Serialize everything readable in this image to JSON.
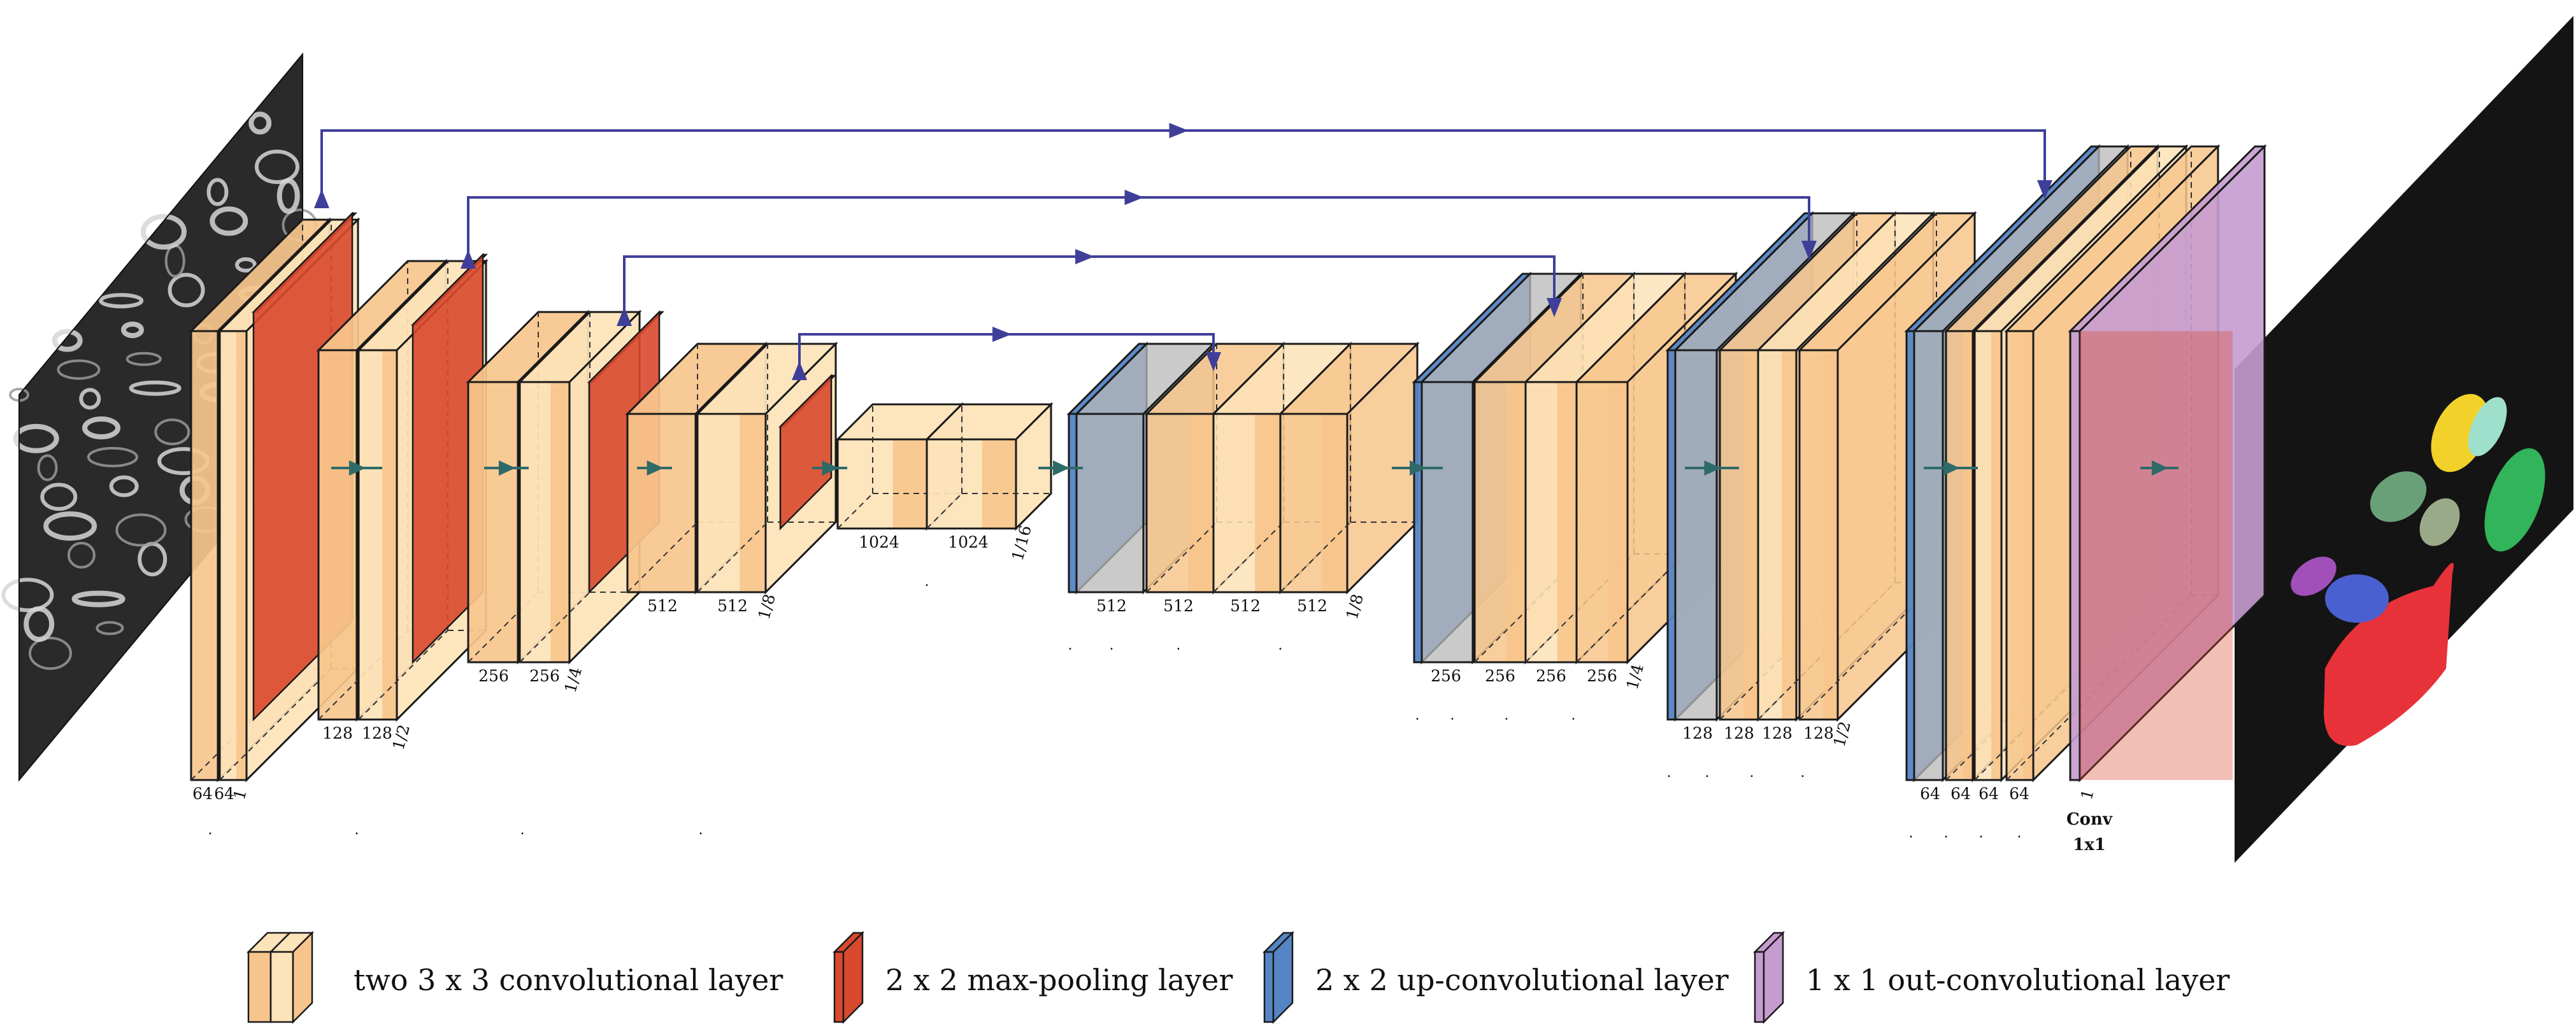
{
  "colors": {
    "conv": "#f7c58c",
    "conv_light": "#fde3b9",
    "pool": "#d9492d",
    "upconv": "#5585c4",
    "concat": "#b8b8b8",
    "outconv": "#c59cd0",
    "skip_arrow": "#3f3f9a",
    "flow_arrow": "#2e6a68",
    "outline": "#1a1a1a"
  },
  "icons": {
    "input_image": "grayscale-microscopy-image",
    "output_image": "colored-segmentation-mask"
  },
  "encoder": [
    {
      "channels": [
        "64",
        "64"
      ],
      "fraction": "1"
    },
    {
      "channels": [
        "128",
        "128"
      ],
      "fraction": "1/2"
    },
    {
      "channels": [
        "256",
        "256"
      ],
      "fraction": "1/4"
    },
    {
      "channels": [
        "512",
        "512"
      ],
      "fraction": "1/8"
    }
  ],
  "bottleneck": {
    "channels": [
      "1024",
      "1024"
    ],
    "fraction": "1/16"
  },
  "decoder": [
    {
      "channels": [
        "512",
        "512",
        "512",
        "512"
      ],
      "fraction": "1/8"
    },
    {
      "channels": [
        "256",
        "256",
        "256",
        "256"
      ],
      "fraction": "1/4"
    },
    {
      "channels": [
        "128",
        "128",
        "128",
        "128"
      ],
      "fraction": "1/2"
    },
    {
      "channels": [
        "64",
        "64",
        "64",
        "64"
      ],
      "fraction": ""
    }
  ],
  "output_layer": {
    "channels": [
      "1"
    ],
    "caption_line1": "Conv",
    "caption_line2": "1x1"
  },
  "legend": [
    {
      "key": "conv",
      "label": "two 3 x 3 convolutional layer"
    },
    {
      "key": "pool",
      "label": "2 x 2 max-pooling layer"
    },
    {
      "key": "upconv",
      "label": "2 x 2 up-convolutional layer"
    },
    {
      "key": "outconv",
      "label": "1 x 1 out-convolutional layer"
    }
  ]
}
